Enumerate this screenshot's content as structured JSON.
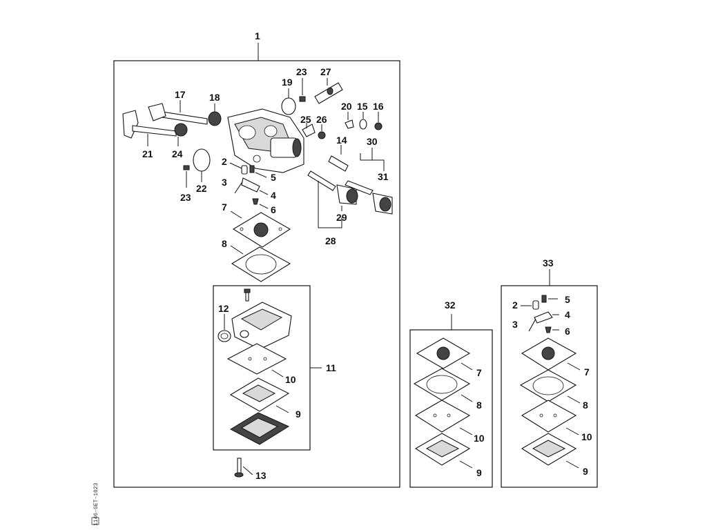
{
  "labels": {
    "n1": "1",
    "n2": "2",
    "n3": "3",
    "n4": "4",
    "n5": "5",
    "n6": "6",
    "n7": "7",
    "n8": "8",
    "n9": "9",
    "n10": "10",
    "n11": "11",
    "n12": "12",
    "n13": "13",
    "n14": "14",
    "n15": "15",
    "n16": "16",
    "n17": "17",
    "n18": "18",
    "n19": "19",
    "n20": "20",
    "n21": "21",
    "n22": "22",
    "n23": "23",
    "n24": "24",
    "n25": "25",
    "n26": "26",
    "n27": "27",
    "n28": "28",
    "n29": "29",
    "n30": "30",
    "n31": "31",
    "n32": "32",
    "n33": "33"
  },
  "kit32": {
    "n7": "7",
    "n8": "8",
    "n10": "10",
    "n9": "9"
  },
  "kit33": {
    "n2": "2",
    "n3": "3",
    "n4": "4",
    "n5": "5",
    "n6": "6",
    "n7": "7",
    "n8": "8",
    "n10": "10",
    "n9": "9"
  },
  "drawing_code": "1146-GET-1023"
}
